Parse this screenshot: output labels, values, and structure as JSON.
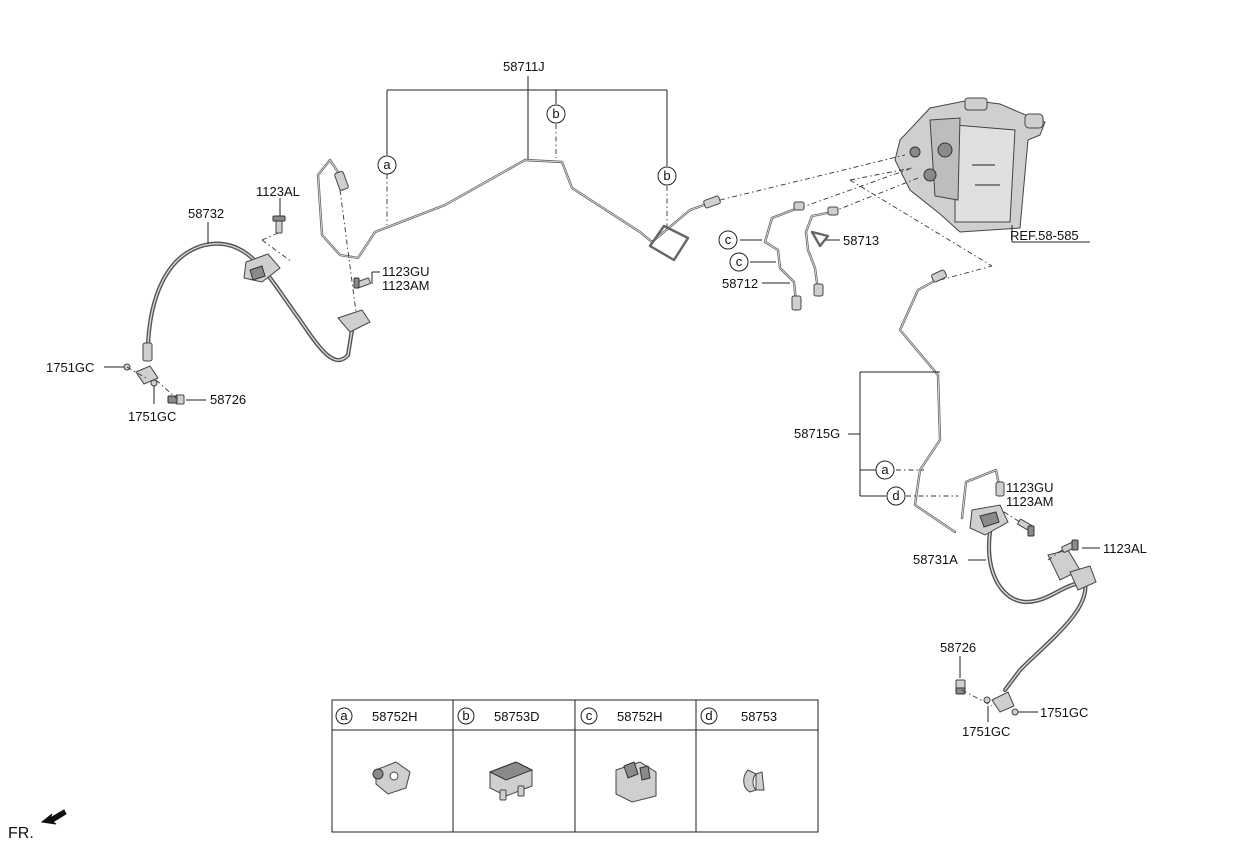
{
  "labels": {
    "l_58711J": "58711J",
    "l_58732": "58732",
    "l_1123AL_left": "1123AL",
    "l_1123GU_left": "1123GU",
    "l_1123AM_left": "1123AM",
    "l_1751GC_left_a": "1751GC",
    "l_1751GC_left_b": "1751GC",
    "l_58726_left": "58726",
    "l_58713": "58713",
    "l_58712": "58712",
    "l_ref": "REF.58-585",
    "l_58715G": "58715G",
    "l_1123GU_right": "1123GU",
    "l_1123AM_right": "1123AM",
    "l_58731A": "58731A",
    "l_1123AL_right": "1123AL",
    "l_58726_right": "58726",
    "l_1751GC_right_a": "1751GC",
    "l_1751GC_right_b": "1751GC",
    "fr": "FR."
  },
  "callouts": {
    "a": "a",
    "b": "b",
    "c": "c",
    "d": "d"
  },
  "legend": [
    {
      "letter": "a",
      "part": "58752H"
    },
    {
      "letter": "b",
      "part": "58753D"
    },
    {
      "letter": "c",
      "part": "58752H"
    },
    {
      "letter": "d",
      "part": "58753"
    }
  ]
}
